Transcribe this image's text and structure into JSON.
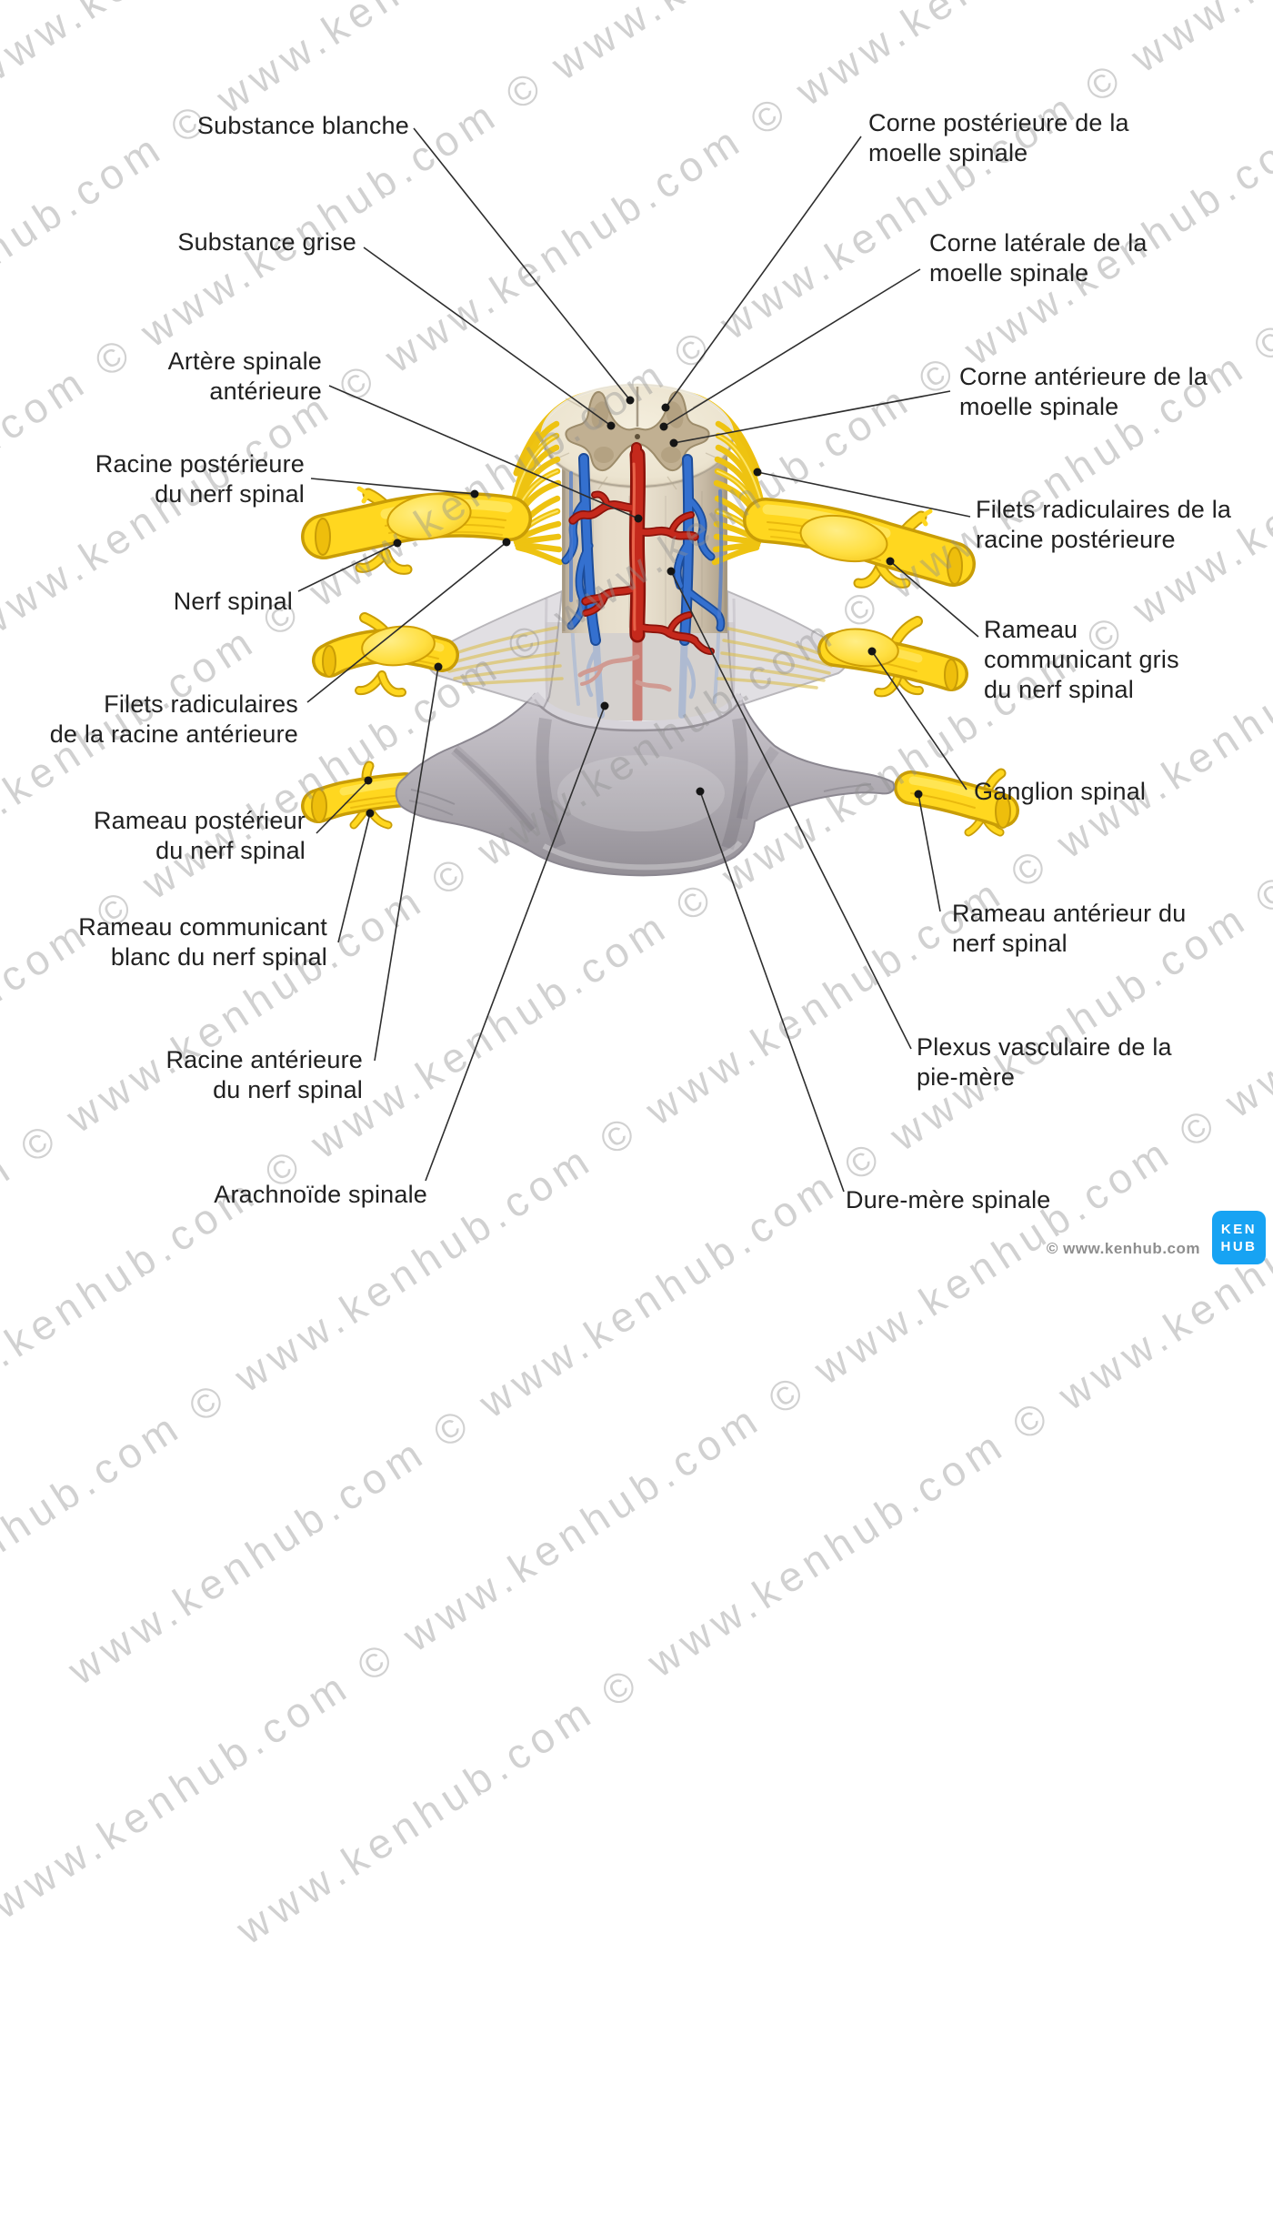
{
  "watermark": {
    "text": "www.kenhub.com © "
  },
  "branding": {
    "logo_line1": "KEN",
    "logo_line2": "HUB",
    "logo_color": "#17a3f3",
    "copyright": "© www.kenhub.com"
  },
  "colors": {
    "nerve_yellow": "#ffd71f",
    "nerve_outline": "#c99d06",
    "artery_red": "#c5291c",
    "vein_blue": "#3470cf",
    "cord_cream": "#ece4d0",
    "gray_matter": "#c1b092",
    "dura_gray": "#b1adb4",
    "leader_line": "#2e2e2e"
  },
  "labels": [
    {
      "name": "substance-blanche",
      "text": "Substance blanche"
    },
    {
      "name": "substance-grise",
      "text": "Substance grise"
    },
    {
      "name": "artere-spinale-anterieure",
      "text": "Artère spinale\nantérieure"
    },
    {
      "name": "racine-posterieure-du-nerf-spinal",
      "text": "Racine postérieure\ndu nerf spinal"
    },
    {
      "name": "nerf-spinal",
      "text": "Nerf spinal"
    },
    {
      "name": "filets-radiculaires-racine-anterieure",
      "text": "Filets radiculaires\nde la racine antérieure"
    },
    {
      "name": "rameau-posterieur-du-nerf-spinal",
      "text": "Rameau postérieur\ndu nerf spinal"
    },
    {
      "name": "rameau-communicant-blanc",
      "text": "Rameau communicant\nblanc du nerf spinal"
    },
    {
      "name": "racine-anterieure-du-nerf-spinal",
      "text": "Racine antérieure\ndu nerf spinal"
    },
    {
      "name": "arachnoide-spinale",
      "text": "Arachnoïde spinale"
    },
    {
      "name": "corne-posterieure",
      "text": "Corne postérieure de la\nmoelle spinale"
    },
    {
      "name": "corne-laterale",
      "text": "Corne latérale de la\nmoelle spinale"
    },
    {
      "name": "corne-anterieure",
      "text": "Corne antérieure de la\nmoelle spinale"
    },
    {
      "name": "filets-radiculaires-racine-posterieure",
      "text": "Filets radiculaires de la\nracine postérieure"
    },
    {
      "name": "rameau-communicant-gris",
      "text": "Rameau\ncommunicant gris\ndu nerf spinal"
    },
    {
      "name": "ganglion-spinal",
      "text": "Ganglion spinal"
    },
    {
      "name": "rameau-anterieur-du-nerf-spinal",
      "text": "Rameau antérieur du\nnerf spinal"
    },
    {
      "name": "plexus-vasculaire-pie-mere",
      "text": "Plexus vasculaire de la\npie-mère"
    },
    {
      "name": "dure-mere-spinale",
      "text": "Dure-mère spinale"
    }
  ]
}
